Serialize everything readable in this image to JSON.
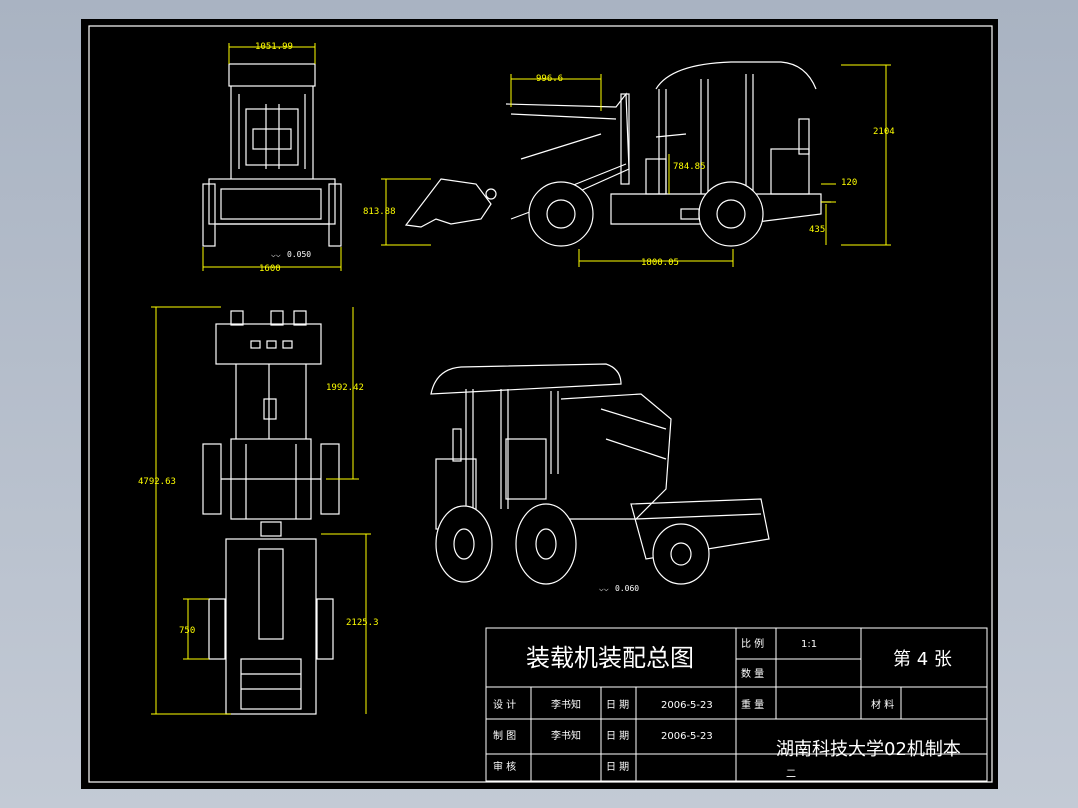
{
  "dimensions": {
    "top_width": "1051.99",
    "front_track": "1600",
    "front_roughness": "0.050",
    "side_bucket_reach": "996.6",
    "side_bucket_height": "813.88",
    "side_seat_height": "784.85",
    "side_wheelbase": "1800.05",
    "side_total_height": "2104",
    "side_120": "120",
    "side_435": "435",
    "plan_total_length": "4792.63",
    "plan_front_length": "1992.42",
    "plan_rear_length": "2125.3",
    "plan_750": "750",
    "iso_roughness": "0.060"
  },
  "title_block": {
    "drawing_title": "装载机装配总图",
    "scale_label": "比 例",
    "scale_value": "1:1",
    "quantity_label": "数 量",
    "weight_label": "重 量",
    "material_label": "材 料",
    "sheet_label": "第 4 张",
    "design_label": "设 计",
    "design_name": "李书知",
    "design_date_label": "日 期",
    "design_date": "2006-5-23",
    "draft_label": "制 图",
    "draft_name": "李书知",
    "draft_date_label": "日 期",
    "draft_date": "2006-5-23",
    "review_label": "审 核",
    "review_date_label": "日 期",
    "institution": "湖南科技大学02机制本",
    "institution_line2": "二"
  }
}
